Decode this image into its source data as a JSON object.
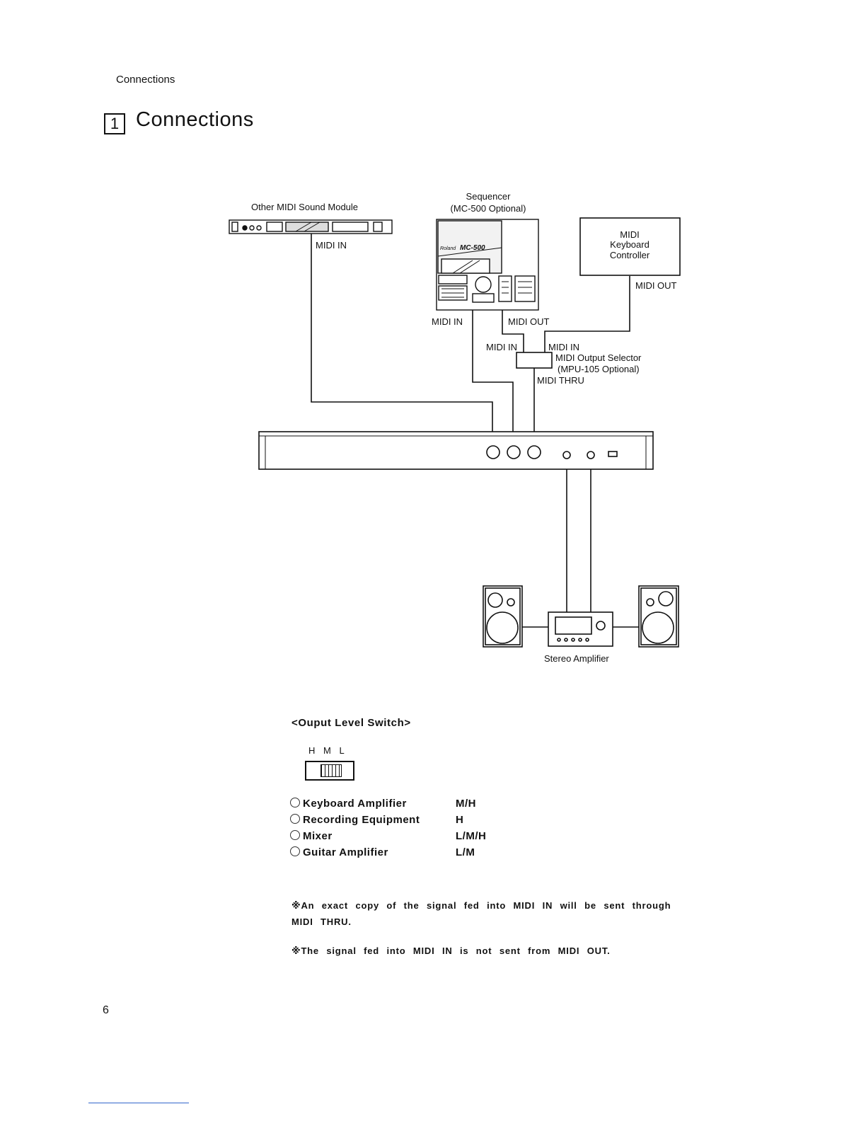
{
  "header": {
    "running_title": "Connections"
  },
  "section": {
    "number": "1",
    "title": "Connections"
  },
  "diagram": {
    "sound_module": {
      "label": "Other MIDI Sound Module",
      "port": "MIDI IN"
    },
    "sequencer": {
      "label_line1": "Sequencer",
      "label_line2": "(MC-500 Optional)",
      "brand": "Roland",
      "model": "MC-500",
      "port_in": "MIDI IN",
      "port_out": "MIDI OUT"
    },
    "keyboard_controller": {
      "line1": "MIDI",
      "line2": "Keyboard",
      "line3": "Controller",
      "port_out": "MIDI OUT"
    },
    "selector": {
      "port_in_left": "MIDI IN",
      "port_in_right": "MIDI IN",
      "name_line1": "MIDI Output Selector",
      "name_line2": "(MPU-105 Optional)",
      "port_thru": "MIDI THRU"
    },
    "amplifier": {
      "label": "Stereo Amplifier"
    }
  },
  "output_switch": {
    "title": "<Ouput Level Switch>",
    "positions": "H M L",
    "uses": [
      {
        "name": "Keyboard Amplifier",
        "level": "M/H"
      },
      {
        "name": "Recording Equipment",
        "level": "H"
      },
      {
        "name": "Mixer",
        "level": "L/M/H"
      },
      {
        "name": "Guitar Amplifier",
        "level": "L/M"
      }
    ]
  },
  "notes": [
    "※An exact copy of the signal fed into MIDI IN will be sent through MIDI THRU.",
    "※The signal fed into MIDI IN is not sent from MIDI OUT."
  ],
  "page_number": "6"
}
